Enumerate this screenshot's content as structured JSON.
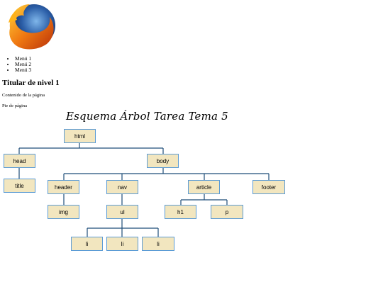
{
  "menu": [
    "Menú 1",
    "Menú 2",
    "Menú 3"
  ],
  "heading": "Titular de nivel 1",
  "content": "Contenido de la página",
  "footer": "Pie de página",
  "diagram": {
    "title": "Esquema Árbol  Tarea Tema 5",
    "nodes": {
      "html": "html",
      "head": "head",
      "body": "body",
      "title": "title",
      "header": "header",
      "nav": "nav",
      "article": "article",
      "footer": "footer",
      "img": "img",
      "ul": "ul",
      "h1": "h1",
      "p": "p",
      "li1": "li",
      "li2": "li",
      "li3": "li"
    }
  }
}
